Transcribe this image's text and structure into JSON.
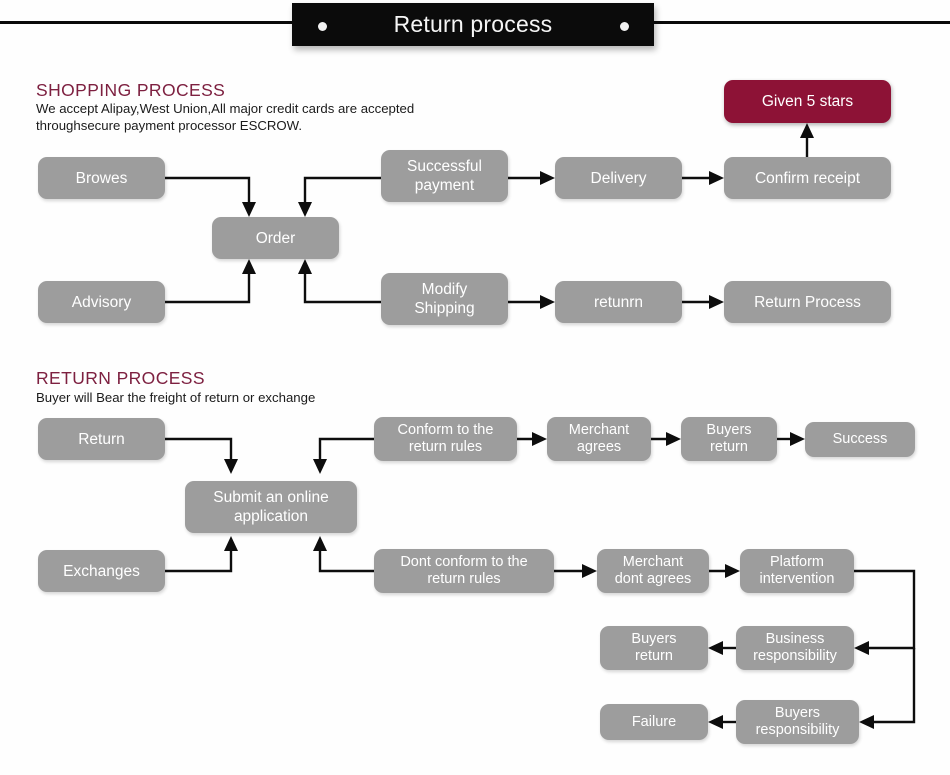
{
  "header": {
    "title": "Return process",
    "dot_left": "bullet-dot",
    "dot_right": "bullet-dot"
  },
  "colors": {
    "banner_bg": "#0b0b0b",
    "heading": "#7d2040",
    "node_gray": "#9d9d9d",
    "node_accent": "#8d1236",
    "node_text": "#ffffff",
    "line": "#0d0d0d",
    "page_bg": "#ffffff"
  },
  "shopping_section": {
    "heading": "SHOPPING PROCESS",
    "description": "We accept Alipay,West Union,All major credit cards are accepted\nthroughsecure payment processor ESCROW.",
    "nodes": {
      "browes": "Browes",
      "order": "Order",
      "advisory": "Advisory",
      "successful_payment": "Successful\npayment",
      "modify_shipping": "Modify\nShipping",
      "delivery": "Delivery",
      "returnr": "retunrn",
      "confirm_receipt": "Confirm receipt",
      "return_process": "Return Process",
      "given_5_stars": "Given 5 stars"
    }
  },
  "return_section": {
    "heading": "RETURN PROCESS",
    "description": "Buyer will Bear the freight of return or exchange",
    "nodes": {
      "return": "Return",
      "submit_online_application": "Submit an online\napplication",
      "exchanges": "Exchanges",
      "conform_rules": "Conform to the\nreturn rules",
      "dont_conform_rules": "Dont conform to the\nreturn rules",
      "merchant_agrees": "Merchant\nagrees",
      "merchant_dont_agrees": "Merchant\ndont agrees",
      "buyers_return_top": "Buyers\nreturn",
      "success": "Success",
      "platform_intervention": "Platform\nintervention",
      "business_responsibility": "Business\nresponsibility",
      "buyers_return_mid": "Buyers\nreturn",
      "buyers_responsibility": "Buyers\nresponsibility",
      "failure": "Failure"
    }
  }
}
